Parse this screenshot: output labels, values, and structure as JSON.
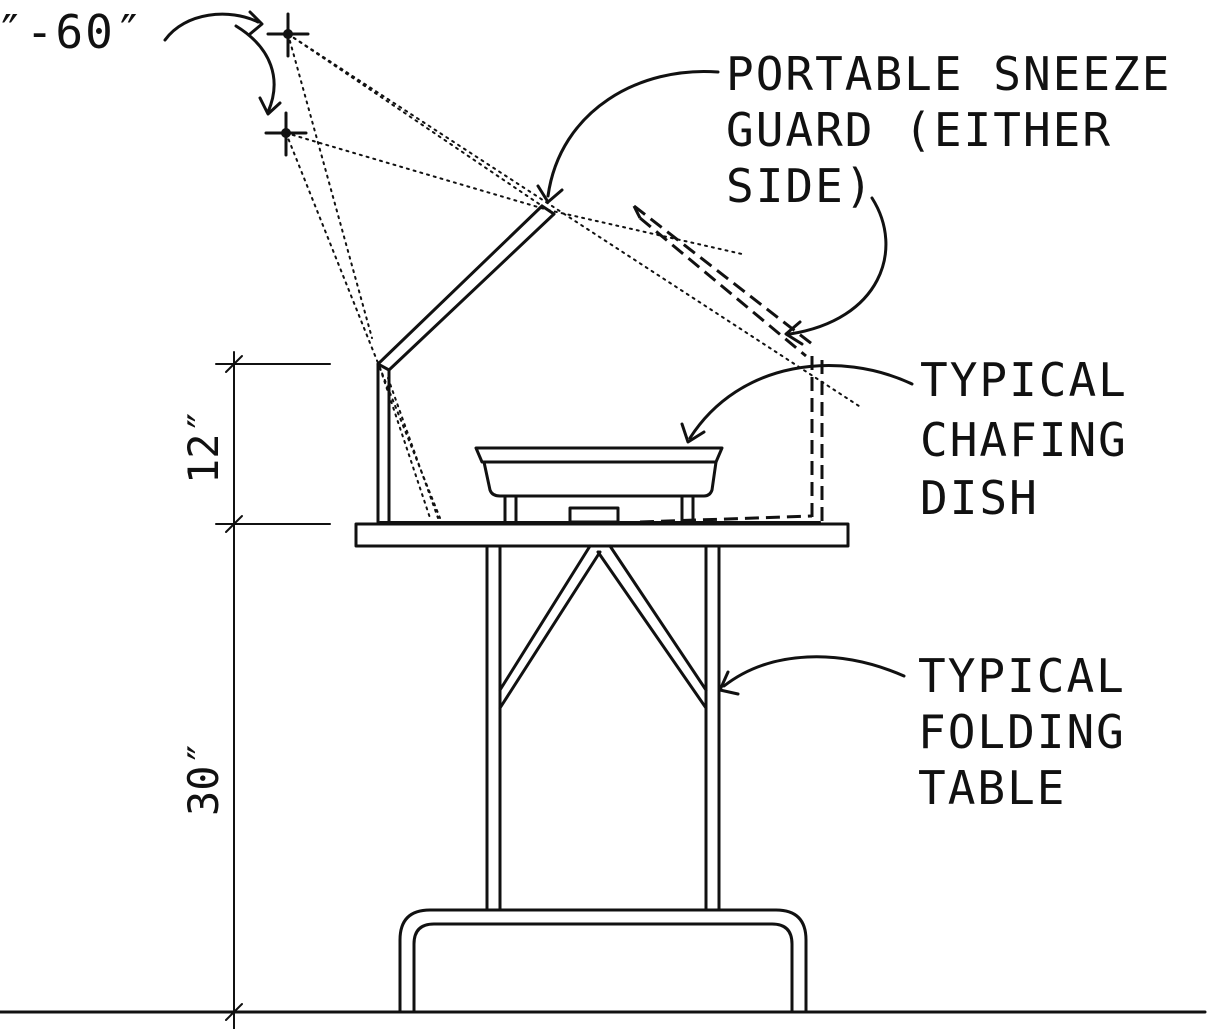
{
  "labels": {
    "eye_height": "″-60″",
    "sneeze_guard": [
      "PORTABLE SNEEZE",
      "GUARD (EITHER",
      "SIDE)"
    ],
    "chafing_dish": [
      "TYPICAL",
      "CHAFING",
      "DISH"
    ],
    "folding_table": [
      "TYPICAL",
      "FOLDING",
      "TABLE"
    ]
  },
  "dimensions": {
    "guard_height": "12″",
    "table_height": "30″"
  }
}
